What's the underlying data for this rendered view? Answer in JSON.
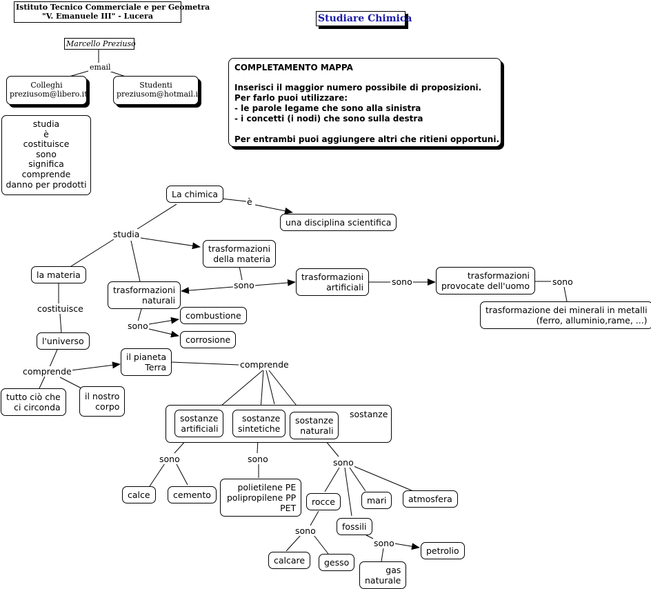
{
  "header": {
    "school": "Istituto Tecnico Commerciale e per Geometra\n\"V. Emanuele III\" - Lucera",
    "title": "Studiare Chimica",
    "author": "Marcello Preziuso",
    "email_label": "email",
    "colleghi": "Colleghi\npreziusom@libero.it",
    "studenti": "Studenti\npreziusom@hotmail.it"
  },
  "instructions": {
    "heading": "COMPLETAMENTO MAPPA",
    "body": "Inserisci il maggior numero possibile di proposizioni.\nPer farlo puoi utilizzare:\n- le parole legame che sono alla sinistra\n- i concetti (i nodi) che sono sulla destra\n\nPer entrambi puoi aggiungere altri che ritieni opportuni."
  },
  "link_words_box": "studia\nè\ncostituisce\nsono\nsignifica\ncomprende\ndanno per prodotti",
  "nodes": {
    "la_chimica": "La chimica",
    "disciplina": "una disciplina scientifica",
    "trasf_materia": "trasformazioni\ndella materia",
    "la_materia": "la materia",
    "trasf_naturali": "trasformazioni\nnaturali",
    "trasf_artificiali": "trasformazioni\nartificiali",
    "trasf_uomo": "trasformazioni\nprovocate dell'uomo",
    "minerali": "trasformazione dei minerali in metalli\n(ferro, alluminio,rame, ...)",
    "combustione": "combustione",
    "corrosione": "corrosione",
    "universo": "l'universo",
    "pianeta": "il pianeta\nTerra",
    "tutto": "tutto ciò che\nci circonda",
    "corpo": "il nostro\ncorpo",
    "sostanze_group": "sostanze",
    "sost_artificiali": "sostanze\nartificiali",
    "sost_sintetiche": "sostanze\nsintetiche",
    "sost_naturali": "sostanze\nnaturali",
    "calce": "calce",
    "cemento": "cemento",
    "polimeri": "polietilene PE\npolipropilene PP\nPET",
    "rocce": "rocce",
    "mari": "mari",
    "atmosfera": "atmosfera",
    "fossili": "fossili",
    "calcare": "calcare",
    "gesso": "gesso",
    "petrolio": "petrolio",
    "gas": "gas\nnaturale"
  },
  "links": {
    "e": "è",
    "studia": "studia",
    "costituisce": "costituisce",
    "sono_materia": "sono",
    "sono_artificiali": "sono",
    "sono_uomo": "sono",
    "sono_naturali": "sono",
    "comprende_universo": "comprende",
    "comprende_terra": "comprende",
    "sono_art": "sono",
    "sono_sint": "sono",
    "sono_nat": "sono",
    "sono_rocce": "sono",
    "sono_fossili": "sono"
  }
}
